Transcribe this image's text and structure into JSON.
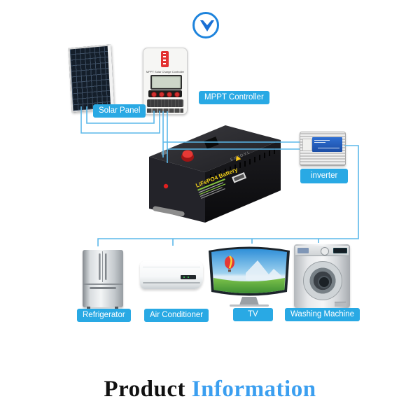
{
  "page": {
    "background": "#ffffff"
  },
  "logo": {
    "icon": "down-arrow-circle-icon",
    "ring_color": "#1d83dc",
    "arrow_color": "#1a6fd4"
  },
  "diagram": {
    "wire_color": "#5bb8ea",
    "label_bg_color": "#29a9e4",
    "label_text_color": "#ffffff",
    "labels": {
      "solar_panel": "Solar Panel",
      "mppt_controller": "MPPT Controller",
      "inverter": "inverter",
      "refrigerator": "Refrigerator",
      "air_conditioner": "Air Conditioner",
      "tv": "TV",
      "washing_machine": "Washing Machine"
    },
    "devices": {
      "mppt_controller_text": "MPPT Solar Charge Controller",
      "battery_label": "LiFePO4 Battery",
      "battery_brand": "ENJOYL"
    }
  },
  "footer": {
    "title_black": "Product ",
    "title_blue": "Information",
    "blue_color": "#3b9ff0"
  }
}
